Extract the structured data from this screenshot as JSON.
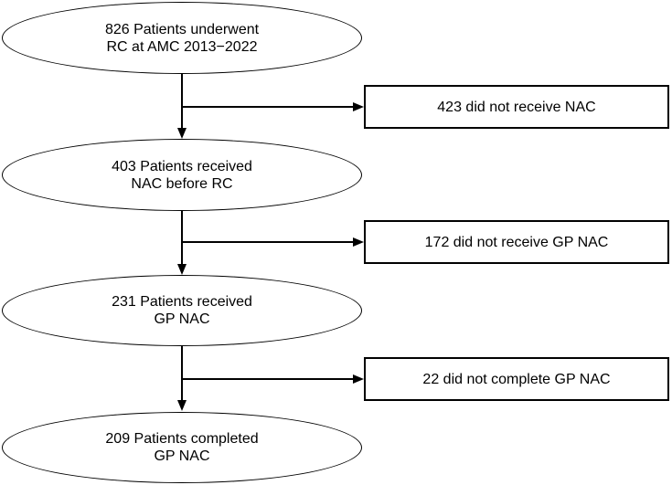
{
  "colors": {
    "background": "#ffffff",
    "stroke": "#000000",
    "text": "#000000"
  },
  "flowchart": {
    "stages": [
      {
        "shape": "ellipse",
        "line1": "826 Patients underwent",
        "line2": "RC at AMC 2013−2022"
      },
      {
        "shape": "ellipse",
        "line1": "403 Patients received",
        "line2": "NAC before RC"
      },
      {
        "shape": "ellipse",
        "line1": "231 Patients received",
        "line2": "GP NAC"
      },
      {
        "shape": "ellipse",
        "line1": "209 Patients completed",
        "line2": "GP NAC"
      }
    ],
    "exclusions": [
      {
        "shape": "rectangle",
        "label": "423 did not receive NAC"
      },
      {
        "shape": "rectangle",
        "label": "172 did not receive GP NAC"
      },
      {
        "shape": "rectangle",
        "label": "22 did not complete GP NAC"
      }
    ]
  }
}
